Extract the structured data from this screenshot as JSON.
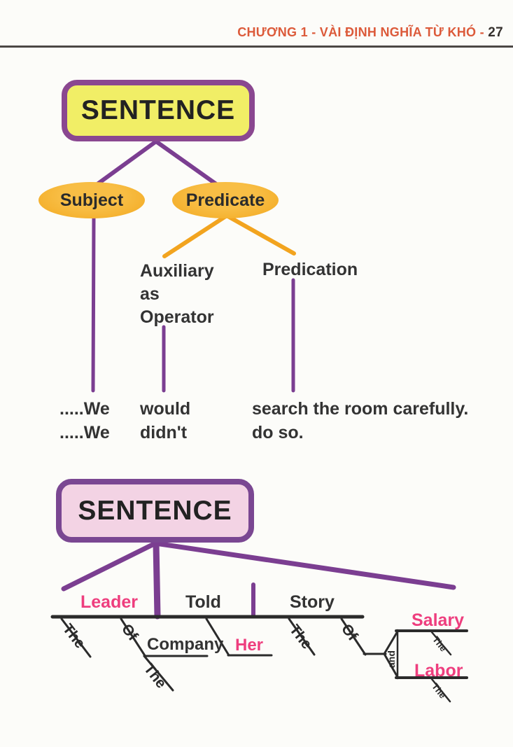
{
  "header": {
    "chapter": "CHƯƠNG 1 - VÀI ĐỊNH NGHĨA TỪ KHÓ - ",
    "page_number": "27"
  },
  "colors": {
    "header_text": "#DC5A3A",
    "purple_line": "#7B3E91",
    "orange_line": "#F2A41F",
    "yellow_box_fill": "#F1EE66",
    "yellow_box_border": "#8A4790",
    "pink_box_fill": "#F3D3E4",
    "pink_box_border": "#7A4792",
    "ellipse_fill": "#F5B22B",
    "pink_text": "#EE3E7E",
    "ink": "#2B2B2B"
  },
  "tree1": {
    "root_label": "SENTENCE",
    "subject_label": "Subject",
    "predicate_label": "Predicate",
    "auxiliary_lines": [
      "Auxiliary",
      "as",
      "Operator"
    ],
    "predication_label": "Predication",
    "examples": [
      {
        "subject": ".....We",
        "operator": "would",
        "predication": "search the room carefully."
      },
      {
        "subject": ".....We",
        "operator": "didn't",
        "predication": "do so."
      }
    ]
  },
  "tree2": {
    "root_label": "SENTENCE",
    "baseline": {
      "subject": "Leader",
      "verb": "Told",
      "object": "Story"
    },
    "under_subject": {
      "det": "The",
      "prep": "Of",
      "prep_object": "Company",
      "prep_object_det": "The"
    },
    "under_verb": {
      "indirect_object": "Her"
    },
    "under_object": {
      "det": "The",
      "prep": "Of",
      "conjunction": "and",
      "coordinated": [
        {
          "word": "Salary",
          "det": "The"
        },
        {
          "word": "Labor",
          "det": "The"
        }
      ]
    }
  }
}
